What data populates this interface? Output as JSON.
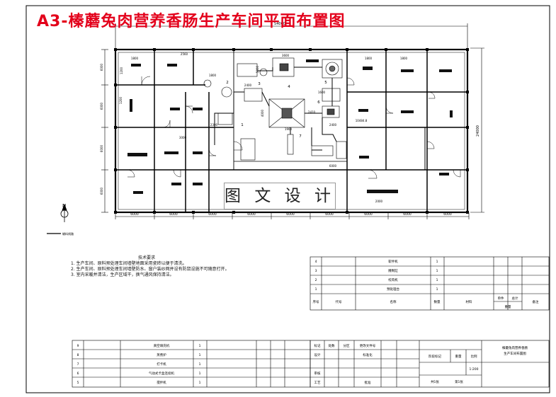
{
  "title": "A3-榛蘑兔肉营养香肠生产车间平面布置图",
  "stamp_text": "图 文 设 计",
  "compass": {
    "label": "N"
  },
  "dimensions": {
    "overall_width": "54000",
    "overall_depth": "24000",
    "bays": [
      "6000",
      "6000",
      "6000",
      "6000",
      "6000",
      "6000",
      "6000",
      "6000",
      "6000"
    ],
    "labels": [
      "1800",
      "1200",
      "1200",
      "3600",
      "2560",
      "2400",
      "1800",
      "1600",
      "1800",
      "1800",
      "3000",
      "2300",
      "4000",
      "10484.8",
      "2400",
      "1900",
      "5000",
      "2410",
      "6000",
      "2000"
    ]
  },
  "room_numbers": [
    "1",
    "2",
    "3",
    "4",
    "5",
    "6",
    "7"
  ],
  "legend_line": "───── 输料线路",
  "notes": {
    "heading": "技术要求",
    "lines": [
      "1. 生产车间、原料预处理车间墙壁地面采用瓷砖以便于清洗。",
      "2. 生产车间、原料预处理车间墙壁防水、窗户装纱网并设有防鼠设施不可随意打开。",
      "3. 室内采暖并清洁，生产区域干，换气通风保持清洁。"
    ]
  },
  "equipment_table": {
    "rows": [
      {
        "no": "4",
        "name": "斩拌机",
        "qty": "1"
      },
      {
        "no": "3",
        "name": "腌制缸",
        "qty": "1"
      },
      {
        "no": "2",
        "name": "绞肉机",
        "qty": "1"
      },
      {
        "no": "1",
        "name": "预处理台",
        "qty": "1"
      }
    ],
    "header": {
      "no": "序号",
      "code": "代号",
      "name": "名称",
      "qty": "数量",
      "material": "材料",
      "unit_weight": "单件",
      "total_weight": "总计",
      "weight": "重量",
      "remark": "备注"
    }
  },
  "lower_table": {
    "rows": [
      {
        "no": "9",
        "name": "真空填充机",
        "qty": "1"
      },
      {
        "no": "8",
        "name": "蒸煮炉",
        "qty": "1"
      },
      {
        "no": "7",
        "name": "打卡机",
        "qty": "1"
      },
      {
        "no": "6",
        "name": "气动式卡盒连续机",
        "qty": "1"
      },
      {
        "no": "5",
        "name": "搅拌机",
        "qty": "1"
      }
    ]
  },
  "title_block": {
    "drawing_name": "榛蘑兔肉营养香肠\n生产车间布置图",
    "row1": [
      "标记",
      "处数",
      "分区",
      "更改文件号"
    ],
    "design": "设计",
    "standard": "标准化",
    "check": "审核",
    "process": "工艺",
    "approve": "批准",
    "stage": "阶段标记",
    "weight": "重量",
    "scale_label": "比例",
    "scale": "1:200",
    "sheets": "共1张",
    "sheet_no": "第1张"
  }
}
